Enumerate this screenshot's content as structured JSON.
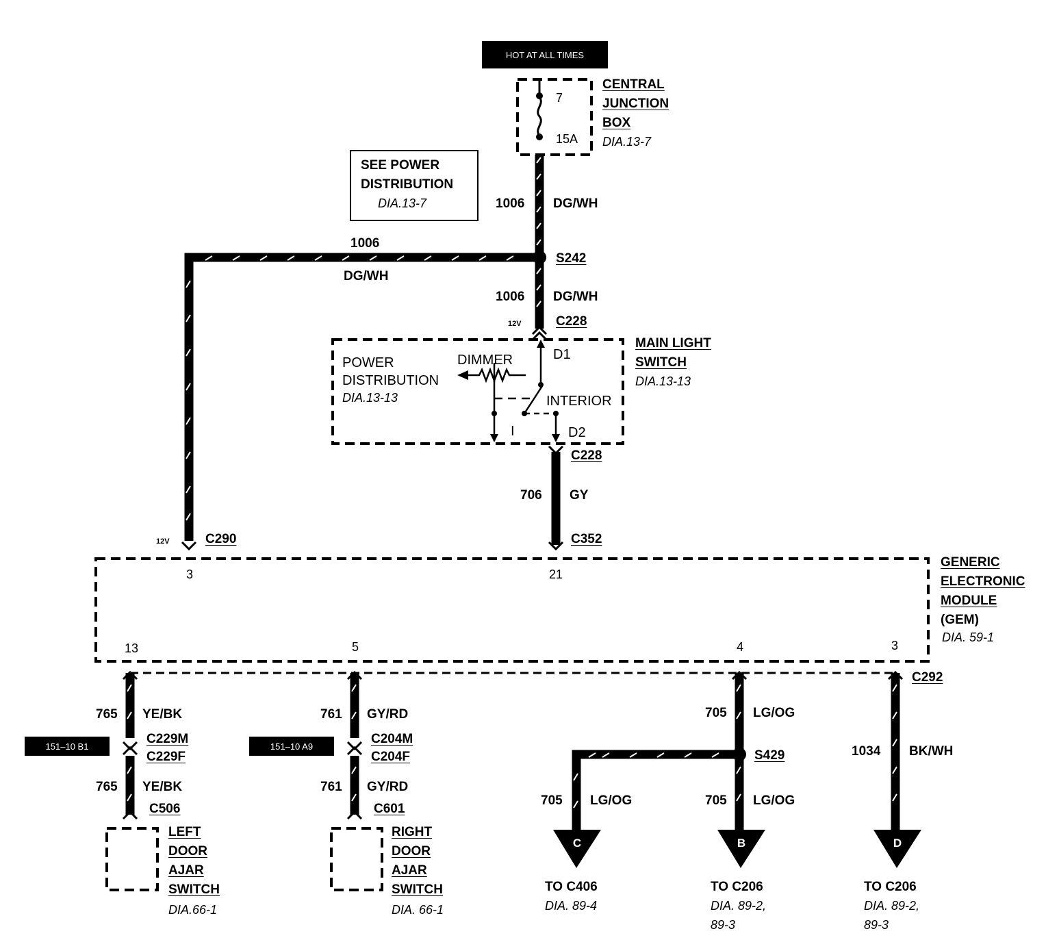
{
  "header": {
    "hot_label": "HOT AT ALL TIMES"
  },
  "cjb": {
    "title_lines": [
      "CENTRAL",
      "JUNCTION",
      "BOX"
    ],
    "ref": "DIA.13-7",
    "fuse_number": "7",
    "fuse_rating": "15A"
  },
  "see_power": {
    "lines": [
      "SEE POWER",
      "DISTRIBUTION"
    ],
    "ref": "DIA.13-7"
  },
  "wires": {
    "top_num": "1006",
    "top_color": "DG/WH",
    "left_num": "1006",
    "left_color": "DG/WH",
    "mid_num": "1006",
    "mid_color": "DG/WH",
    "gy_num": "706",
    "gy_color": "GY",
    "w765_num": "765",
    "w765_color": "YE/BK",
    "w765b_num": "765",
    "w765b_color": "YE/BK",
    "w761_num": "761",
    "w761_color": "GY/RD",
    "w761b_num": "761",
    "w761b_color": "GY/RD",
    "w705_num": "705",
    "w705_color": "LG/OG",
    "w705c_num": "705",
    "w705c_color": "LG/OG",
    "w705b_num": "705",
    "w705b_color": "LG/OG",
    "w1034_num": "1034",
    "w1034_color": "BK/WH"
  },
  "splices": {
    "s242": "S242",
    "s429": "S429"
  },
  "connectors": {
    "c228_top": "C228",
    "c228_bottom": "C228",
    "c290": "C290",
    "c352": "C352",
    "c292": "C292",
    "c229m": "C229M",
    "c229f": "C229F",
    "c204m": "C204M",
    "c204f": "C204F",
    "c506": "C506",
    "c601": "C601",
    "v12_a": "12V",
    "v12_b": "12V"
  },
  "main_light_switch": {
    "title_lines": [
      "MAIN LIGHT",
      "SWITCH"
    ],
    "ref": "DIA.13-13",
    "power_lines": [
      "POWER",
      "DISTRIBUTION"
    ],
    "power_ref": "DIA.13-13",
    "dimmer": "DIMMER",
    "interior": "INTERIOR",
    "d1": "D1",
    "d2": "D2",
    "i": "I"
  },
  "gem": {
    "title_lines": [
      "GENERIC",
      "ELECTRONIC",
      "MODULE",
      "(GEM)"
    ],
    "ref": "DIA. 59-1",
    "pin_3_top": "3",
    "pin_21": "21",
    "pin_13": "13",
    "pin_5": "5",
    "pin_4": "4",
    "pin_3_bottom": "3"
  },
  "refs": {
    "left_ref": "151–10 B1",
    "right_ref": "151–10 A9"
  },
  "left_switch": {
    "lines": [
      "LEFT",
      "DOOR",
      "AJAR",
      "SWITCH"
    ],
    "ref": "DIA.66-1"
  },
  "right_switch": {
    "lines": [
      "RIGHT",
      "DOOR",
      "AJAR",
      "SWITCH"
    ],
    "ref": "DIA. 66-1"
  },
  "arrows": {
    "c": {
      "letter": "C",
      "to": "TO C406",
      "ref1": "DIA. 89-4"
    },
    "b": {
      "letter": "B",
      "to": "TO C206",
      "ref1": "DIA. 89-2,",
      "ref2": "89-3"
    },
    "d": {
      "letter": "D",
      "to": "TO C206",
      "ref1": "DIA. 89-2,",
      "ref2": "89-3"
    }
  }
}
